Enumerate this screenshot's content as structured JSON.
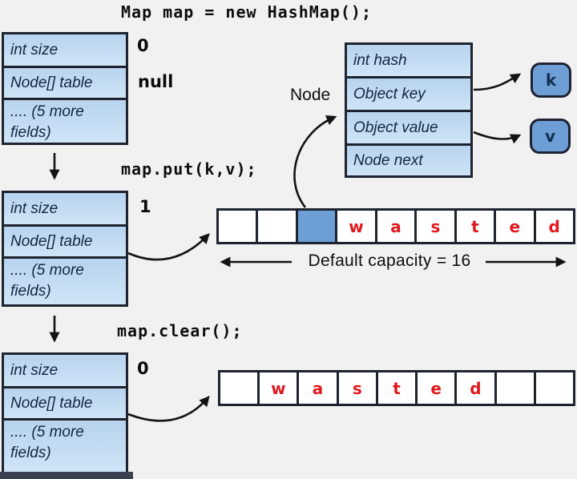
{
  "title": "Map map = new HashMap();",
  "colors": {
    "box_fill_light": "#c3ddf3",
    "bucket_fill_blue": "#6d9ed6",
    "border": "#1e2330",
    "letter_red": "#e1191f",
    "field_text": "#13263f"
  },
  "map_box_rows": [
    "int size",
    "Node[] table",
    ".... (5 more fields)"
  ],
  "states": [
    {
      "size": "0",
      "table": "null"
    },
    {
      "size": "1"
    },
    {
      "size": "0"
    }
  ],
  "operations": {
    "put": "map.put(k,v);",
    "clear": "map.clear();"
  },
  "node": {
    "label": "Node",
    "rows": [
      "int hash",
      "Object key",
      "Object value",
      "Node next"
    ],
    "key_ref": "k",
    "value_ref": "v"
  },
  "arrays": {
    "middle": {
      "cells": [
        "",
        "",
        "",
        "w",
        "a",
        "s",
        "t",
        "e",
        "d"
      ],
      "highlight_index": 2
    },
    "bottom": {
      "cells": [
        "",
        "w",
        "a",
        "s",
        "t",
        "e",
        "d",
        "",
        ""
      ]
    },
    "caption": "Default capacity = 16"
  }
}
